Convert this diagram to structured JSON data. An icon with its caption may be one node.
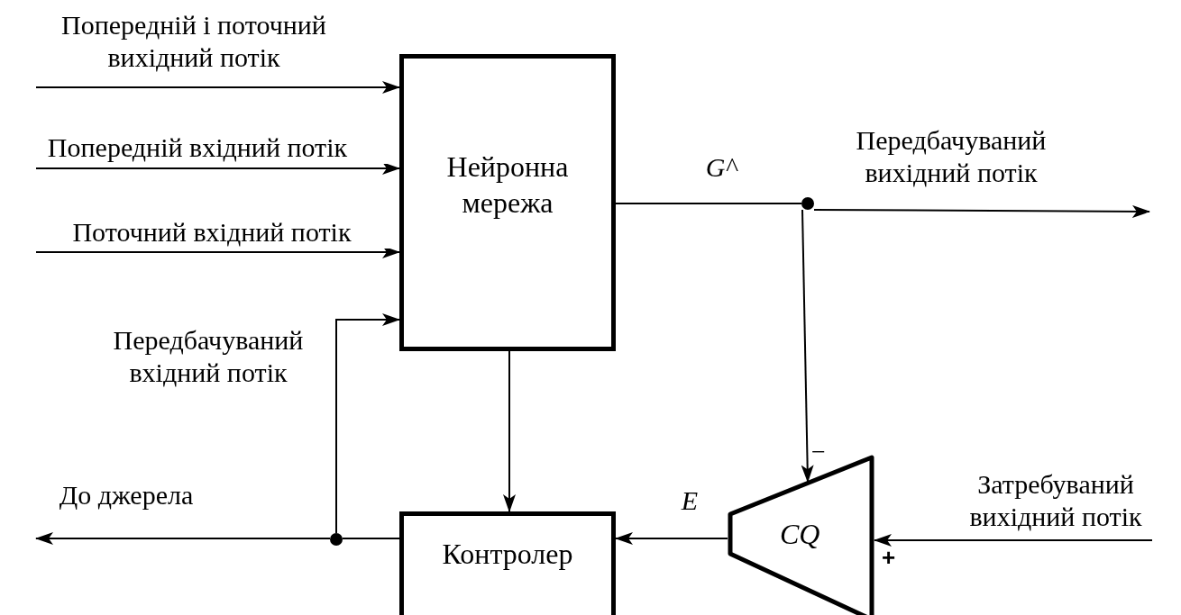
{
  "diagram": {
    "nodes": [
      {
        "text": [
          "Нейронна мережа"
        ]
      },
      {
        "text": [
          "Контролер"
        ]
      },
      {
        "text": [
          "CQ"
        ]
      },
      {
        "text": [],
        "shape": "circle"
      },
      {
        "text": [],
        "shape": "circle"
      }
    ],
    "edges": [
      {
        "from": null,
        "to": 0,
        "arrow": "to",
        "label": "Попередній і поточний вихідний потік"
      },
      {
        "from": null,
        "to": 0,
        "arrow": "to",
        "label": "Попередній вхідний потік"
      },
      {
        "from": null,
        "to": 0,
        "arrow": "to",
        "label": "Поточний вхідний потік"
      },
      {
        "from": 4,
        "to": 0,
        "arrow": "to",
        "label": "Передбачуваний вхідний потік"
      },
      {
        "from": 0,
        "to": 3,
        "arrow": "none",
        "label": "G^"
      },
      {
        "from": 3,
        "to": null,
        "arrow": "to",
        "label": "Передбачуваний вихідний потік"
      },
      {
        "from": 3,
        "to": 2,
        "arrow": "to"
      },
      {
        "from": null,
        "to": 2,
        "arrow": "to",
        "label": "Затребуваний вихідний потік"
      },
      {
        "from": 2,
        "to": 1,
        "arrow": "to",
        "label": "E"
      },
      {
        "from": 0,
        "to": 1,
        "arrow": "to"
      },
      {
        "from": 1,
        "to": 4,
        "arrow": "none"
      },
      {
        "from": 4,
        "to": null,
        "arrow": "to",
        "label": "До джерела"
      }
    ],
    "labels": [
      "−",
      "+"
    ]
  }
}
